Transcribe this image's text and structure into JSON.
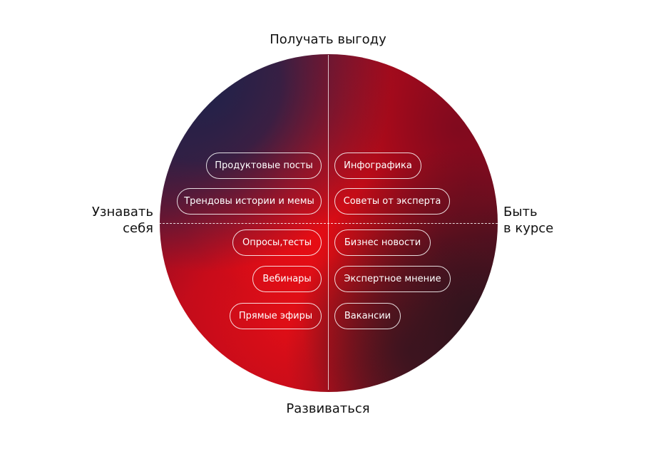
{
  "axes": {
    "top": "Получать выгоду",
    "bottom": "Развиваться",
    "left_line1": "Узнавать",
    "left_line2": "себя",
    "right_line1": "Быть",
    "right_line2": "в курсе"
  },
  "left_tags": [
    "Продуктовые посты",
    "Трендовы истории и мемы",
    "Опросы,тесты",
    "Вебинары",
    "Прямые эфиры"
  ],
  "right_tags": [
    "Инфографика",
    "Советы от эксперта",
    "Бизнес новости",
    "Экспертное мнение",
    "Вакансии"
  ],
  "colors": {
    "red": "#E60E16",
    "navy": "#20224A",
    "burgundy": "#6E0A22",
    "dark": "#2E141E"
  }
}
